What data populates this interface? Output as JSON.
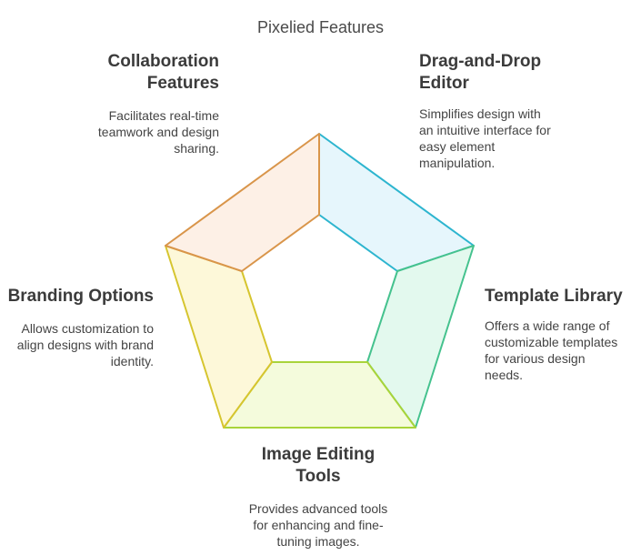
{
  "title": "Pixelied Features",
  "segments": [
    {
      "id": "drag-and-drop",
      "title_lines": [
        "Drag-and-Drop",
        "Editor"
      ],
      "desc_lines": [
        "Simplifies design with",
        "an intuitive interface for",
        "easy element",
        "manipulation."
      ],
      "fill": "#e6f6fc",
      "stroke": "#2db5cf"
    },
    {
      "id": "template-library",
      "title_lines": [
        "Template Library"
      ],
      "desc_lines": [
        "Offers a wide range of",
        "customizable templates",
        "for various design",
        "needs."
      ],
      "fill": "#e3f9ee",
      "stroke": "#45c28e"
    },
    {
      "id": "image-editing",
      "title_lines": [
        "Image Editing",
        "Tools"
      ],
      "desc_lines": [
        "Provides advanced tools",
        "for enhancing and fine-",
        "tuning images."
      ],
      "fill": "#f4fbdc",
      "stroke": "#a8d43a"
    },
    {
      "id": "branding",
      "title_lines": [
        "Branding Options"
      ],
      "desc_lines": [
        "Allows customization to",
        "align designs with brand",
        "identity."
      ],
      "fill": "#fdf8d9",
      "stroke": "#d6c52f"
    },
    {
      "id": "collaboration",
      "title_lines": [
        "Collaboration",
        "Features"
      ],
      "desc_lines": [
        "Facilitates real-time",
        "teamwork and design",
        "sharing."
      ],
      "fill": "#fdf0e6",
      "stroke": "#d9954a"
    }
  ]
}
